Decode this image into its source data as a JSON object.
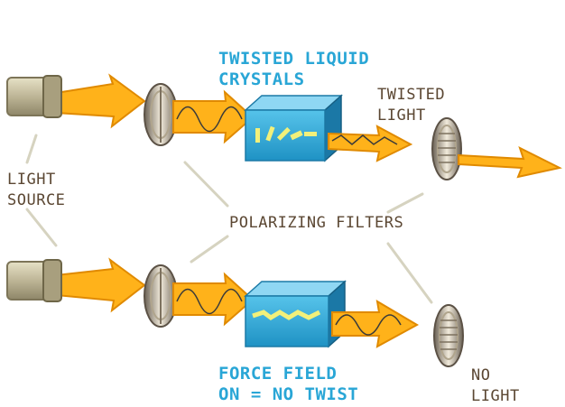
{
  "diagram": {
    "labels": {
      "twisted_liquid_line1": "TWISTED LIQUID",
      "twisted_liquid_line2": "CRYSTALS",
      "twisted_light_line1": "TWISTED",
      "twisted_light_line2": "LIGHT",
      "light_source_line1": "LIGHT",
      "light_source_line2": "SOURCE",
      "polarizing_filters": "POLARIZING FILTERS",
      "force_field_line1": "FORCE FIELD",
      "force_field_line2": "ON = NO TWIST",
      "no_light_line1": "NO",
      "no_light_line2": "LIGHT"
    },
    "colors": {
      "beam": "#ffb21a",
      "beam_outline": "#e08a00",
      "crystal": "#2ba8d8",
      "crystal_mark": "#f2f07a",
      "heading_text": "#29a6d6",
      "body_text": "#5b4733",
      "leader_line": "#d6d3c0"
    },
    "icons": [
      "light-source-icon",
      "polarizing-filter-icon",
      "liquid-crystal-cell-icon",
      "light-beam-arrow-icon"
    ]
  }
}
